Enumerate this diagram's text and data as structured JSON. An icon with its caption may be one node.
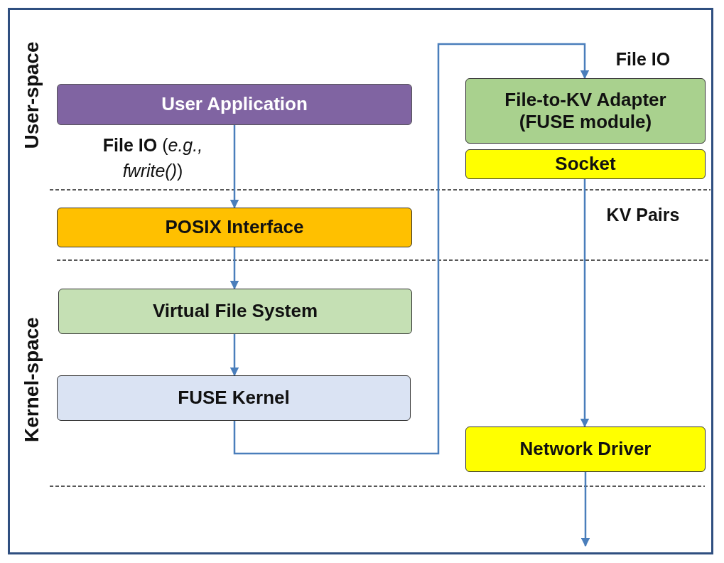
{
  "diagram": {
    "nodes": [
      {
        "text": [
          "User Application"
        ]
      },
      {
        "text": [
          "POSIX Interface"
        ]
      },
      {
        "text": [
          "Virtual File System"
        ]
      },
      {
        "text": [
          "FUSE Kernel"
        ]
      },
      {
        "text": [
          "File-to-KV Adapter (FUSE module)"
        ]
      },
      {
        "text": [
          "Socket"
        ]
      },
      {
        "text": [
          "Network Driver"
        ]
      }
    ],
    "edges": [
      {
        "from": 0,
        "to": 1,
        "arrow": "to",
        "label": "**File IO** (*e.g., fwrite()*)"
      },
      {
        "from": 1,
        "to": 2,
        "arrow": "to"
      },
      {
        "from": 2,
        "to": 3,
        "arrow": "to"
      },
      {
        "from": 3,
        "to": 4,
        "arrow": "to",
        "label": "File IO"
      },
      {
        "from": 5,
        "to": 6,
        "arrow": "to",
        "label": "KV Pairs"
      },
      {
        "from": 6,
        "to": null,
        "arrow": "to"
      }
    ],
    "labels": [
      "User-space",
      "Kernel-space"
    ]
  }
}
